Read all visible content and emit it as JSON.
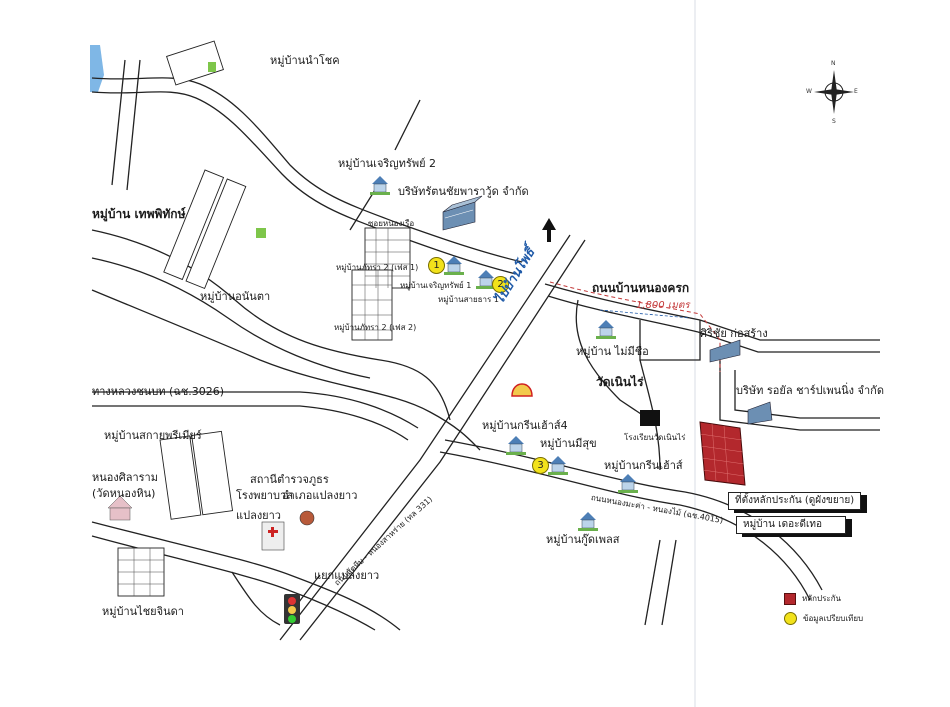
{
  "labels": {
    "ban_nam_chok": "หมู่บ้านนำโชค",
    "charoen_sap_2": "หมู่บ้านเจริญทรัพย์ 2",
    "ratchai_company": "บริษัทรัตนชัยพาราวู้ด จำกัด",
    "thep_phithak": "หมู่บ้าน เทพพิทักษ์",
    "sub_rd_top": "ซอยหนองเรือ",
    "phattra_2_phase1": "หมู่บ้านภัทรา 2 (เฟส 1)",
    "charoen_sap_1": "หมู่บ้านเจริญทรัพย์ 1",
    "sakthar_1": "หมู่บ้านสายธาร 1",
    "anan_ta": "หมู่บ้านอนันตา",
    "phattra_2_phase2": "หมู่บ้านภัทรา 2 (เฟส 2)",
    "nong_krok_rd": "ถนนบ้านหนองครก",
    "dist": "1,800 เมตร",
    "main_rd_blue": "ไปบ้านโพธิ์",
    "sirichai": "ศิริชัย ก่อสร้าง",
    "ban_mai_mi_chue": "หมู่บ้าน ไม่มีชื่อ",
    "wat_noen_rai": "วัดเนินไร่",
    "royal_company": "บริษัท รอยัล ชาร์ปเพนนิ่ง จำกัด",
    "highway_3026": "ทางหลวงชนบท (ฉช.3026)",
    "sakai_premier": "หมู่บ้านสกายพรีเมียร์",
    "green_leaf_4": "หมู่บ้านกรีนเฮ้าส์4",
    "mee_suk": "หมู่บ้านมีสุข",
    "school": "โรงเรียนวัดเนินไร่",
    "green_leaf": "หมู่บ้านกรีนเฮ้าส์",
    "nong_sila": "หนองศิลาราม",
    "wat_nong_hin": "(วัดหนองหิน)",
    "police": "สถานีตำรวจภูธร",
    "hospital": "โรงพยาบาล",
    "plaeng_yao_1": "แปลงยาว",
    "plaeng_yao_2": "อำเภอแปลงยาว",
    "rd_331": "ถนนสัตหีบ - หนองสาหร่าย (ทล 331)",
    "rd_4015": "ถนนหนองมะค่า - หนองไม้ (ฉช.4015)",
    "good_place": "หมู่บ้านกู๊ดเพลส",
    "chai_chin": "หมู่บ้านไชยจินดา",
    "intersection": "แยกแปลงยาว",
    "site_box": "ที่ตั้งหลักประกัน (ดูผังขยาย)",
    "estate_box": "หมู่บ้าน เดอะดีเทอ",
    "legend_collateral": "หลักประกัน",
    "legend_compare": "ข้อมูลเปรียบเทียบ"
  },
  "markers": [
    "1",
    "2",
    "3"
  ],
  "compass": {
    "n": "N",
    "s": "S",
    "e": "E",
    "w": "W"
  },
  "colors": {
    "collateral": "#b3282d",
    "marker": "#f2e21b",
    "route_label": "#1f5aa8",
    "dashed": "#c43a3a"
  }
}
